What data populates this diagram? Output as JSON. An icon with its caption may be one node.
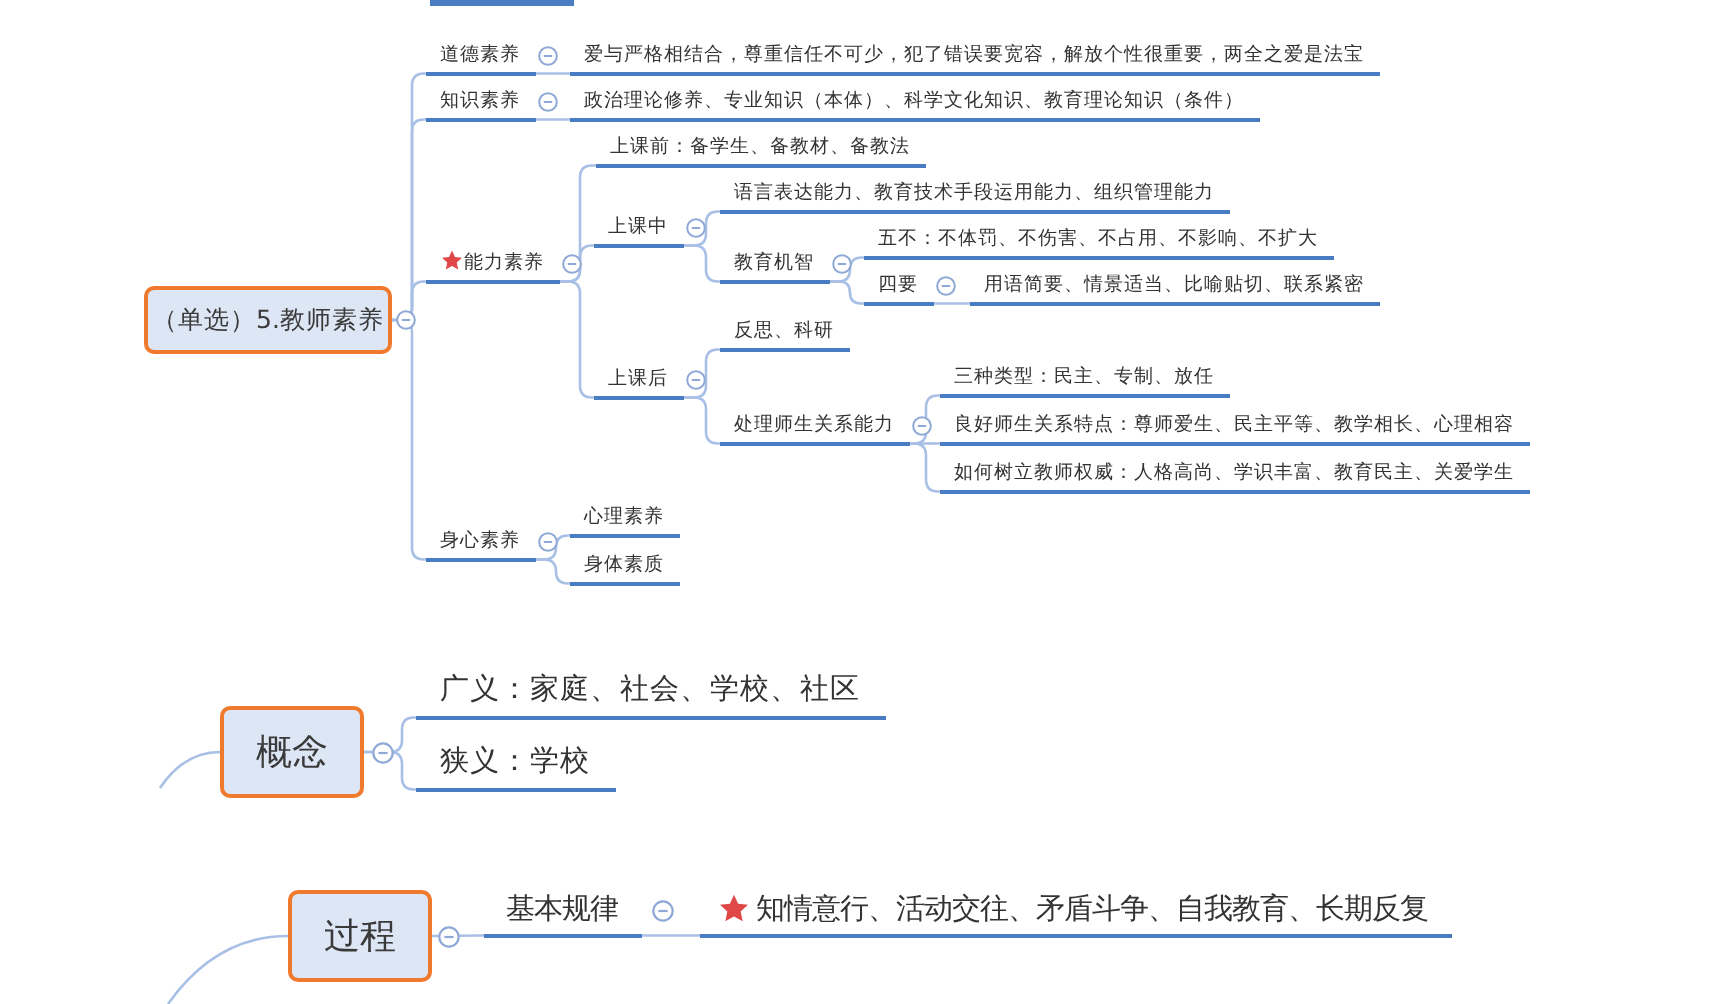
{
  "diagram": {
    "nodes": [
      {
        "text": [
          "（单选）5.教师素养"
        ]
      },
      {
        "text": [
          "道德素养"
        ]
      },
      {
        "text": [
          "爱与严格相结合，尊重信任不可少，犯了错误要宽容，解放个性很重要，两全之爱是法宝"
        ]
      },
      {
        "text": [
          "知识素养"
        ]
      },
      {
        "text": [
          "政治理论修养、专业知识（本体）、科学文化知识、教育理论知识（条件）"
        ]
      },
      {
        "text": [
          "能力素养"
        ]
      },
      {
        "text": [
          "上课前：备学生、备教材、备教法"
        ]
      },
      {
        "text": [
          "上课中"
        ]
      },
      {
        "text": [
          "语言表达能力、教育技术手段运用能力、组织管理能力"
        ]
      },
      {
        "text": [
          "教育机智"
        ]
      },
      {
        "text": [
          "五不：不体罚、不伤害、不占用、不影响、不扩大"
        ]
      },
      {
        "text": [
          "四要"
        ]
      },
      {
        "text": [
          "用语简要、情景适当、比喻贴切、联系紧密"
        ]
      },
      {
        "text": [
          "上课后"
        ]
      },
      {
        "text": [
          "反思、科研"
        ]
      },
      {
        "text": [
          "处理师生关系能力"
        ]
      },
      {
        "text": [
          "三种类型：民主、专制、放任"
        ]
      },
      {
        "text": [
          "良好师生关系特点：尊师爱生、民主平等、教学相长、心理相容"
        ]
      },
      {
        "text": [
          "如何树立教师权威：人格高尚、学识丰富、教育民主、关爱学生"
        ]
      },
      {
        "text": [
          "身心素养"
        ]
      },
      {
        "text": [
          "心理素养"
        ]
      },
      {
        "text": [
          "身体素质"
        ]
      },
      {
        "text": [
          "概念"
        ]
      },
      {
        "text": [
          "广义：家庭、社会、学校、社区"
        ]
      },
      {
        "text": [
          "狭义：学校"
        ]
      },
      {
        "text": [
          "过程"
        ]
      },
      {
        "text": [
          "基本规律"
        ]
      },
      {
        "text": [
          "知情意行、活动交往、矛盾斗争、自我教育、长期反复"
        ]
      }
    ],
    "edges": [
      {
        "from": 0,
        "to": 1,
        "arrow": "none"
      },
      {
        "from": 0,
        "to": 3,
        "arrow": "none"
      },
      {
        "from": 0,
        "to": 5,
        "arrow": "none"
      },
      {
        "from": 0,
        "to": 19,
        "arrow": "none"
      },
      {
        "from": 1,
        "to": 2,
        "arrow": "none"
      },
      {
        "from": 3,
        "to": 4,
        "arrow": "none"
      },
      {
        "from": 5,
        "to": 6,
        "arrow": "none"
      },
      {
        "from": 5,
        "to": 7,
        "arrow": "none"
      },
      {
        "from": 5,
        "to": 13,
        "arrow": "none"
      },
      {
        "from": 7,
        "to": 8,
        "arrow": "none"
      },
      {
        "from": 7,
        "to": 9,
        "arrow": "none"
      },
      {
        "from": 9,
        "to": 10,
        "arrow": "none"
      },
      {
        "from": 9,
        "to": 11,
        "arrow": "none"
      },
      {
        "from": 11,
        "to": 12,
        "arrow": "none"
      },
      {
        "from": 13,
        "to": 14,
        "arrow": "none"
      },
      {
        "from": 13,
        "to": 15,
        "arrow": "none"
      },
      {
        "from": 15,
        "to": 16,
        "arrow": "none"
      },
      {
        "from": 15,
        "to": 17,
        "arrow": "none"
      },
      {
        "from": 15,
        "to": 18,
        "arrow": "none"
      },
      {
        "from": 19,
        "to": 20,
        "arrow": "none"
      },
      {
        "from": 19,
        "to": 21,
        "arrow": "none"
      },
      {
        "from": null,
        "to": 22,
        "arrow": "none"
      },
      {
        "from": 22,
        "to": 23,
        "arrow": "none"
      },
      {
        "from": 22,
        "to": 24,
        "arrow": "none"
      },
      {
        "from": null,
        "to": 25,
        "arrow": "none"
      },
      {
        "from": 25,
        "to": 26,
        "arrow": "none"
      },
      {
        "from": 26,
        "to": 27,
        "arrow": "none"
      }
    ]
  }
}
